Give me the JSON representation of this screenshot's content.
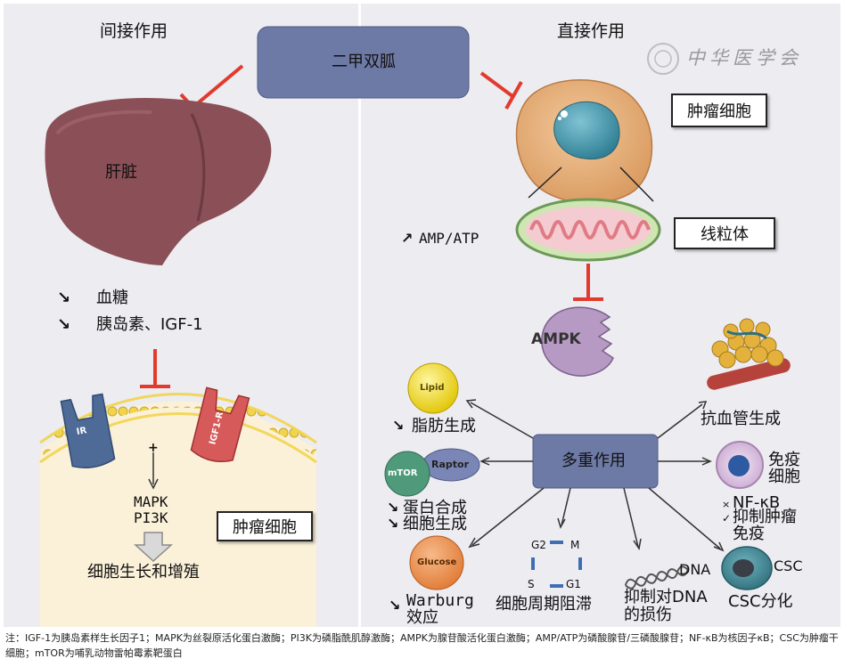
{
  "headings": {
    "left": "间接作用",
    "right": "直接作用"
  },
  "center_drug": "二甲双胍",
  "watermark": "中华医学会",
  "left": {
    "organ": "肝脏",
    "arrow_down_symbol": "↘",
    "effects": [
      "血糖",
      "胰岛素、IGF-1"
    ],
    "receptors": [
      "IR",
      "IGF1-R"
    ],
    "plus": "+",
    "pathway": [
      "MAPK",
      "PI3K"
    ],
    "cell_box": "肿瘤细胞",
    "outcome": "细胞生长和增殖"
  },
  "right": {
    "tumor_box": "肿瘤细胞",
    "mito_box": "线粒体",
    "amp_atp": "AMP/ATP",
    "ampk": "AMPK",
    "hub": "多重作用",
    "lipid": {
      "ball": "Lipid",
      "text": "脂肪生成"
    },
    "angio": "抗血管生成",
    "mtor": {
      "ball_a": "mTOR",
      "ball_b": "Raptor",
      "line1": "蛋白合成",
      "line2": "细胞生成"
    },
    "immune": {
      "line1": "免疫",
      "line2": "细胞",
      "nfkb": "NF-κB",
      "line3": "抑制肿瘤",
      "line4": "免疫"
    },
    "glucose": {
      "ball": "Glucose",
      "line1": "Warburg",
      "line2": "效应"
    },
    "cycle": {
      "phases": [
        "G2",
        "M",
        "G1",
        "S"
      ],
      "text": "细胞周期阻滞"
    },
    "dna": {
      "label": "DNA",
      "line1": "抑制对DNA",
      "line2": "的损伤"
    },
    "csc": {
      "label": "CSC",
      "text": "CSC分化"
    }
  },
  "footnote": "注：IGF-1为胰岛素样生长因子1；MAPK为丝裂原活化蛋白激酶；PI3K为磷脂酰肌醇激酶；AMPK为腺苷酸活化蛋白激酶；AMP/ATP为磷酸腺苷/三磷酸腺苷；NF-κB为核因子κB；CSC为肿瘤干细胞；mTOR为哺乳动物雷帕霉素靶蛋白",
  "colors": {
    "panel_bg": "#ebebf0",
    "inhibit": "#e23b2e",
    "hub": "#6e7aa6",
    "liver": "#8a4f57",
    "cell_bg": "#fbf1d9"
  }
}
